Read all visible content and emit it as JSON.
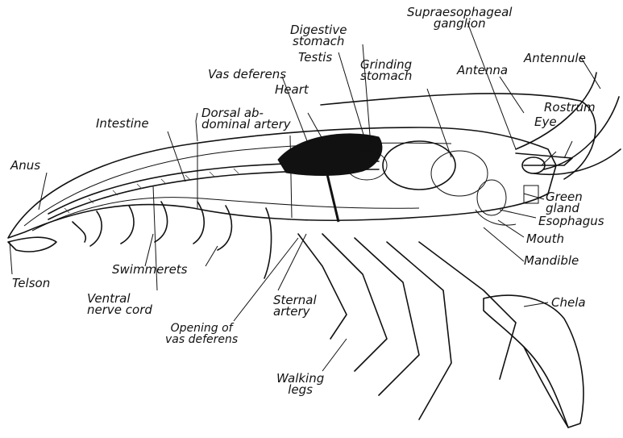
{
  "labels": {
    "supraesophageal": [
      "Supraesophageal",
      "ganglion"
    ],
    "digestive_stomach": [
      "Digestive",
      "stomach"
    ],
    "testis": "Testis",
    "grinding_stomach": [
      "Grinding",
      "stomach"
    ],
    "antenna": "Antenna",
    "antennule": "Antennule",
    "vas_deferens": "Vas deferens",
    "heart": "Heart",
    "rostrum": "Rostrum",
    "eye": "Eye",
    "dorsal_artery": [
      "Dorsal ab-",
      "dominal artery"
    ],
    "intestine": "Intestine",
    "anus": "Anus",
    "green_gland": [
      "Green",
      "gland"
    ],
    "esophagus": "Esophagus",
    "mouth": "Mouth",
    "mandible": "Mandible",
    "swimmerets": "Swimmerets",
    "telson": "Telson",
    "ventral_nerve_cord": [
      "Ventral",
      "nerve cord"
    ],
    "sternal_artery": [
      "Sternal",
      "artery"
    ],
    "chela": "Chela",
    "opening_vas_deferens": [
      "Opening of",
      "vas deferens"
    ],
    "walking_legs": [
      "Walking",
      "legs"
    ]
  }
}
